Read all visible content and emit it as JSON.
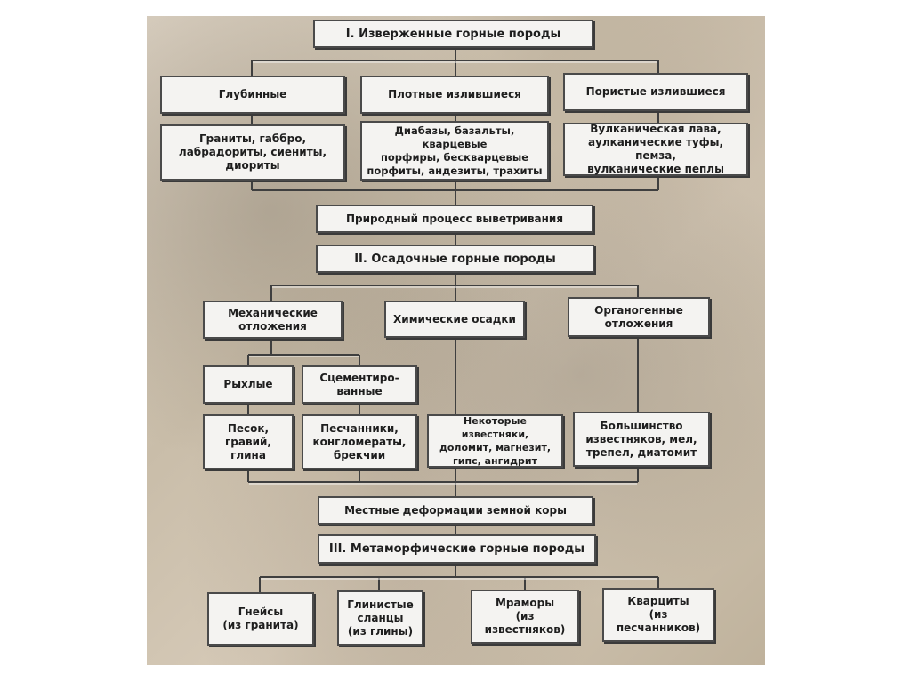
{
  "nodes": {
    "igneous": "I. Изверженные горные породы",
    "deep": "Глубинные",
    "dense": "Плотные излившиеся",
    "porous": "Пористые излившиеся",
    "deep_ex": "Граниты, габбро,\nлабрадориты, сиениты,\nдиориты",
    "dense_ex": "Диабазы, базальты, кварцевые\nпорфиры, бескварцевые\nпорфиты, андезиты, трахиты",
    "porous_ex": "Вулканическая лава,\nаулканические туфы, пемза,\nвулканические пеплы",
    "weathering": "Природный процесс выветривания",
    "sedimentary": "II. Осадочные горные породы",
    "mechanical": "Механические\nотложения",
    "chemical": "Химические осадки",
    "organogenic": "Органогенные\nотложения",
    "loose": "Рыхлые",
    "cemented": "Сцементиро-\nванные",
    "loose_ex": "Песок,\nгравий,\nглина",
    "cemented_ex": "Песчанники,\nконгломераты,\nбрекчии",
    "chemical_ex": "Некоторые известняки,\nдоломит, магнезит,\nгипс, ангидрит",
    "organogenic_ex": "Большинство\nизвестняков, мел,\nтрепел, диатомит",
    "deformation": "Местные деформации земной коры",
    "metamorphic": "III. Метаморфические горные породы",
    "gneiss": "Гнейсы\n(из гранита)",
    "shale": "Глинистые\nсланцы\n(из глины)",
    "marble": "Мраморы\n(из известняков)",
    "quartzite": "Кварциты\n(из песчанников)"
  },
  "colors": {
    "box_fill": "#f4f3f1",
    "box_border": "#4a4a4a",
    "text": "#1e1e1e"
  }
}
